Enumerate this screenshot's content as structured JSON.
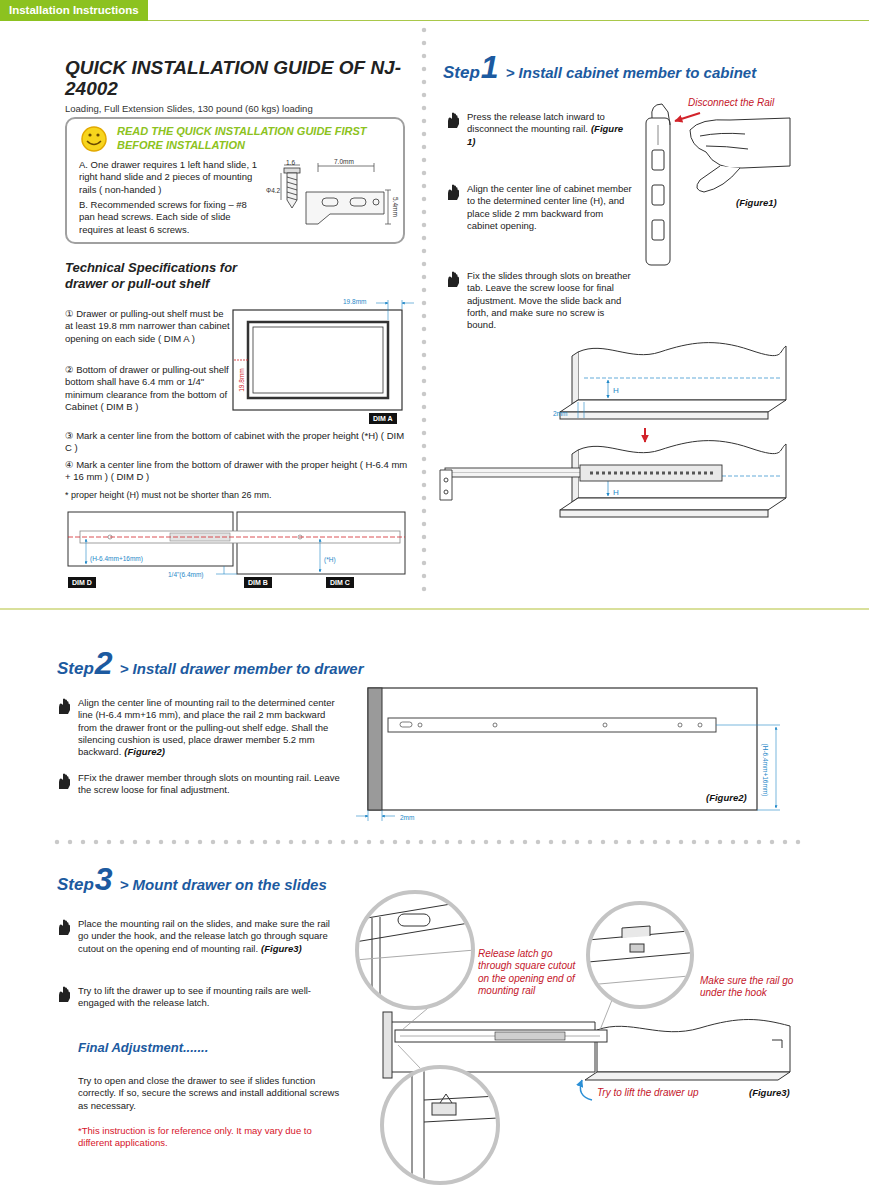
{
  "diagram": {
    "title": "QUICK INSTALLATION GUIDE OF NJ-24002",
    "nodes": [
      {
        "text": [
          "Installation Instructions"
        ]
      },
      {
        "text": [
          "READ THE QUICK INSTALLATION GUIDE FIRST BEFORE INSTALLATION",
          "A. One drawer requires 1 left hand slide, 1 right hand slide and 2 pieces of mounting rails ( non-handed )",
          "B. Recommended screws for fixing – #8 pan head screws. Each side of slide requires at least 6 screws."
        ]
      },
      {
        "text": [
          "DIM A"
        ]
      },
      {
        "text": [
          "DIM D"
        ]
      },
      {
        "text": [
          "DIM B"
        ]
      },
      {
        "text": [
          "DIM C"
        ]
      }
    ],
    "labels": [
      "Loading, Full Extension Slides, 130 pound (60 kgs) loading",
      "1.6",
      "7.0mm",
      "Φ4.2",
      "5.4mm",
      "Technical Specifications for drawer or pull-out shelf",
      "① Drawer or pulling-out shelf must be at least 19.8 mm narrower than cabinet opening on each side ( DIM A )",
      "19.8mm",
      "19.8mm",
      "② Bottom of drawer or pulling-out shelf bottom shall have 6.4 mm or 1/4\" minimum clearance from the bottom of Cabinet ( DIM B )",
      "③ Mark a center line from the bottom of cabinet with the proper height (*H) ( DIM C )",
      "④ Mark a center line from the bottom of drawer with the proper height ( H-6.4 mm + 16 mm ) ( DIM D )",
      "* proper height (H) must not be shorter than 26 mm.",
      "(H-6.4mm+16mm)",
      "1/4\"(6.4mm)",
      "(*H)",
      "Step",
      "1",
      "> Install cabinet member to cabinet",
      "Press the release latch inward to disconnect the mounting rail.",
      "(Figure 1)",
      "Disconnect the Rail",
      "(Figure1)",
      "Align the center line of cabinet member to the determined center line (H), and place slide 2 mm backward from cabinet opening.",
      "Fix the slides through slots on breather tab. Leave the screw loose for final adjustment. Move the slide back and forth, and make sure no screw is bound.",
      "H",
      "2mm",
      "H",
      "Step",
      "2",
      "> Install drawer member to drawer",
      "Align the center line of mounting rail to the determined center line (H-6.4 mm+16 mm), and place the rail 2 mm backward from the drawer front or the pulling-out shelf edge. Shall the silencing cushion is used, place drawer member 5.2 mm backward.",
      "(Figure2)",
      "FFix the drawer member through slots on mounting rail. Leave the screw loose for final adjustment.",
      "(H-6.4mm+16mm)",
      "2mm",
      "(Figure2)",
      "Step",
      "3",
      "> Mount drawer on the slides",
      "Place the mounting rail on the slides, and make sure the rail go under the hook, and the release latch go through square cutout on the opening end of mounting rail.",
      "(Figure3)",
      "Try to lift the drawer up to see if mounting rails are well-engaged with the release latch.",
      "Final Adjustment.......",
      "Try to open and close the drawer to see if slides function correctly. If so, secure the screws and install additional screws as necessary.",
      "*This instruction is for reference only. It may vary due to different applications.",
      "Release latch go through square cutout on the opening end of mounting rail",
      "Make sure the rail go under the hook",
      "Try to lift the drawer up",
      "(Figure3)"
    ]
  }
}
